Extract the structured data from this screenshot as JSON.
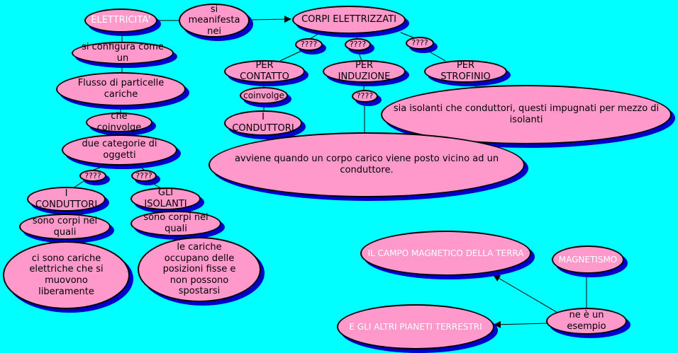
{
  "nodes": {
    "elettricita": "ELETTRICITA'",
    "si_manifesta": "si meanifesta nei",
    "corpi_elettrizzati": "CORPI ELETTRIZZATI",
    "q_contatto": "????",
    "q_induzione": "????",
    "q_strofinio": "????",
    "per_contatto": "PER CONTATTO",
    "per_induzione": "PER INDUZIONE",
    "per_strofinio": "PER STROFINIO",
    "coinvolge": "coinvolge",
    "q_induzione_2": "????",
    "i_conduttori_top": "I CONDUTTORI",
    "strofinio_desc": "sia isolanti che conduttori, questi impugnati per mezzo di isolanti",
    "induzione_desc": "avviene quando un corpo carico viene posto vicino ad un conduttore.",
    "si_configura": "si configura come un",
    "flusso": "Flusso di particelle cariche",
    "che_coinvolge": "che coinvolge",
    "due_categorie": "due categorie di oggetti",
    "q_conduttori": "????",
    "q_isolanti": "????",
    "i_conduttori": "I CONDUTTORI",
    "gli_isolanti": "GLI ISOLANTI",
    "sono_corpi_1": "sono corpi nei quali",
    "sono_corpi_2": "sono corpi nei quali",
    "conduttori_desc": "ci sono cariche elettriche che si muovono liberamente",
    "isolanti_desc": "le cariche occupano delle posizioni fisse e non possono spostarsi",
    "magnetismo": "MAGNETISMO",
    "campo_magnetico": "IL CAMPO MAGNETICO DELLA TERRA",
    "esempio": "ne è un esempio",
    "altri_pianeti": "E GLI ALTRI PIANETI TERRESTRI"
  },
  "colors": {
    "background": "#00ffff",
    "node_fill": "#ff99cc",
    "node_shadow": "#0000cc",
    "link": "#000000"
  }
}
